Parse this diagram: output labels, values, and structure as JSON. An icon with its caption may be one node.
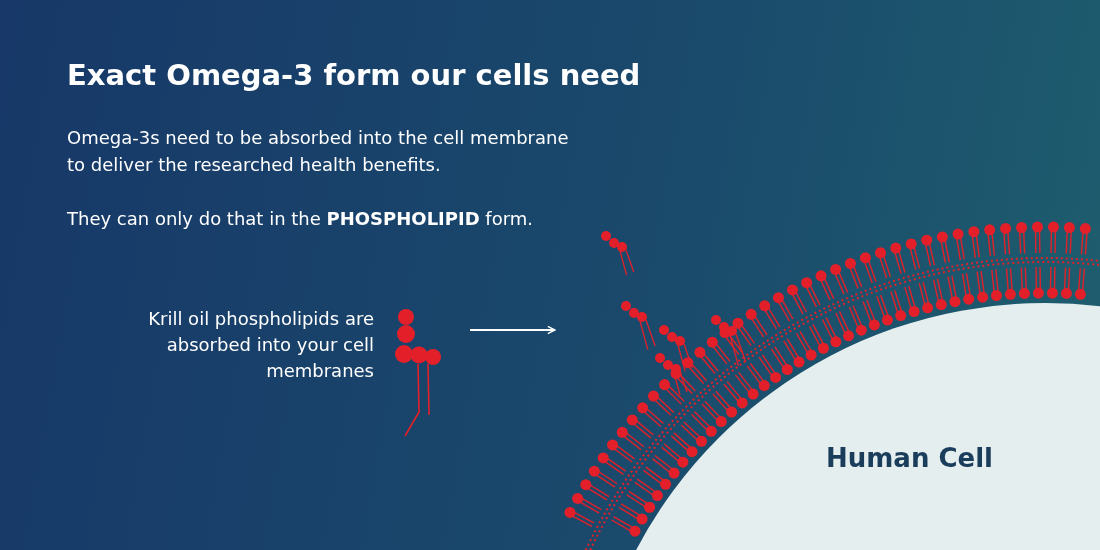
{
  "diagram": {
    "title": "Exact Omega-3 form our cells need",
    "nodes": [
      {
        "text": [],
        "shape": "picture",
        "beside": [
          "Krill oil phospholipids are absorbed into your cell membranes"
        ]
      },
      {
        "text": [
          "Human Cell"
        ]
      }
    ],
    "edges": [
      {
        "from": 0,
        "to": 1,
        "arrow": "to"
      }
    ],
    "labels": [
      "Omega-3s need to be absorbed into the cell membrane to deliver the researched health benefits.",
      "They can only do that in the **PHOSPHOLIPID** form."
    ]
  }
}
